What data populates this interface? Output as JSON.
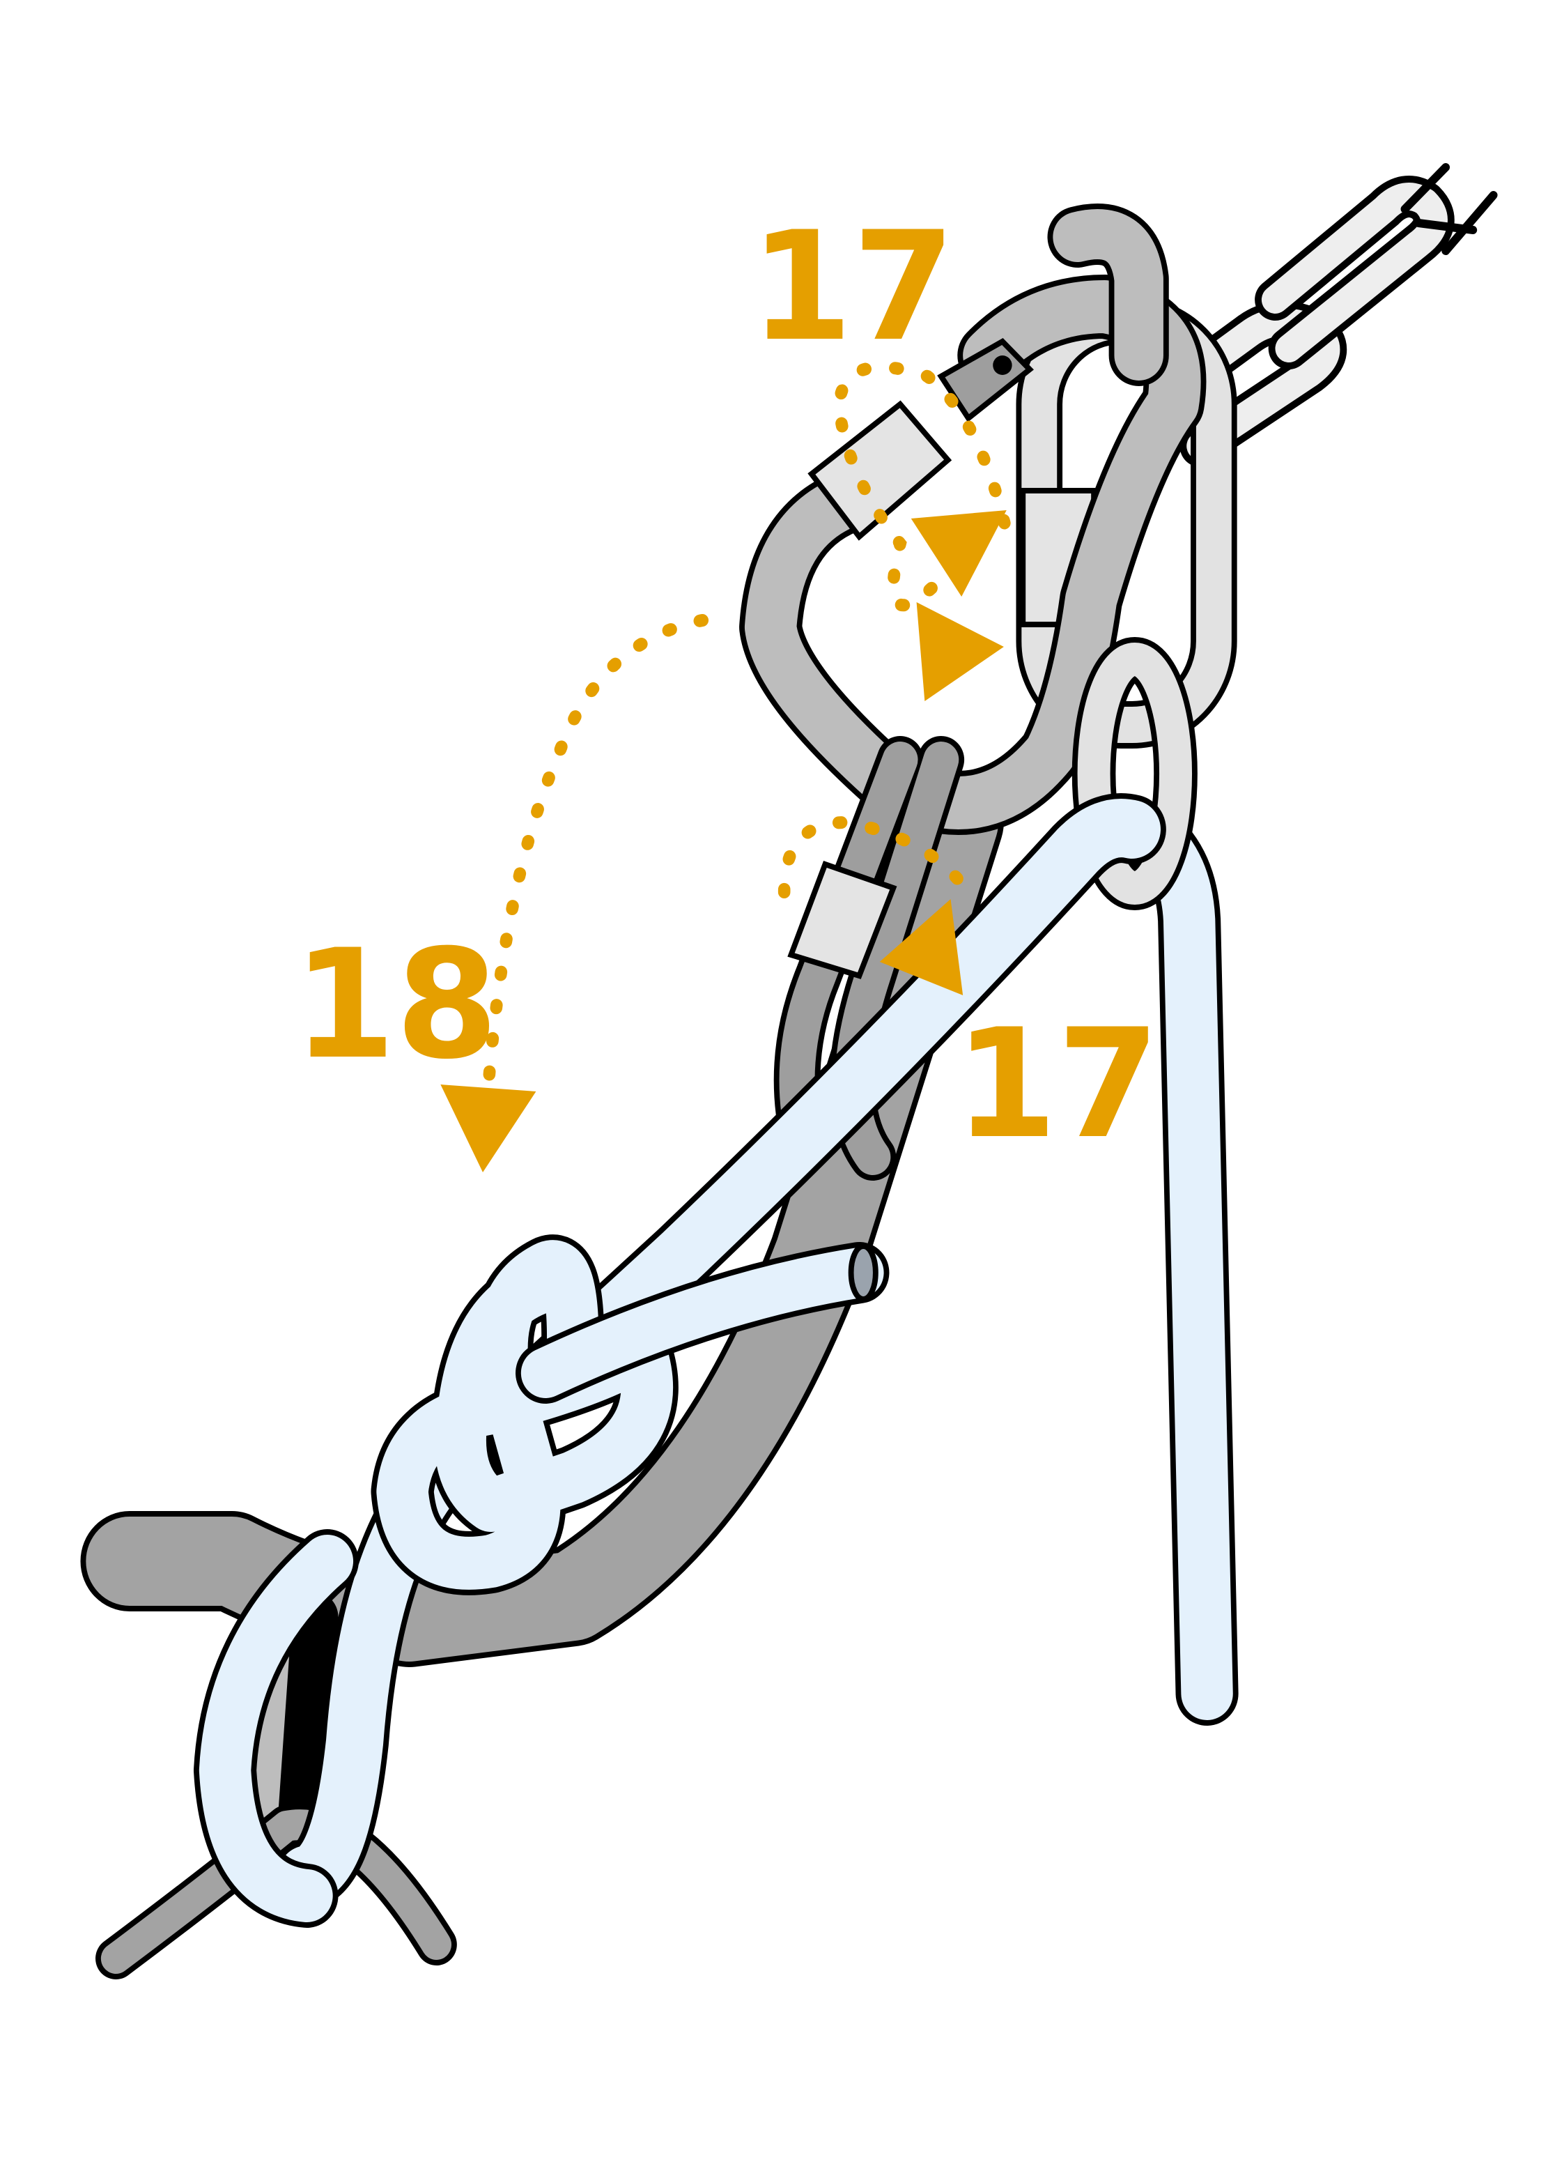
{
  "labels": {
    "step_top": "17",
    "step_middle": "17",
    "step_left": "18"
  },
  "colors": {
    "accent": "#E59F00",
    "rope": "#E4F1FC",
    "metal": "#BDBDBD",
    "metal_dark": "#9E9E9E",
    "sling": "#A3A3A3",
    "chain": "#EEEEEE",
    "outline": "#000000"
  },
  "icons": [
    "rope",
    "carabiner",
    "chain",
    "anchor-ring",
    "figure-eight-knot",
    "arrow"
  ]
}
